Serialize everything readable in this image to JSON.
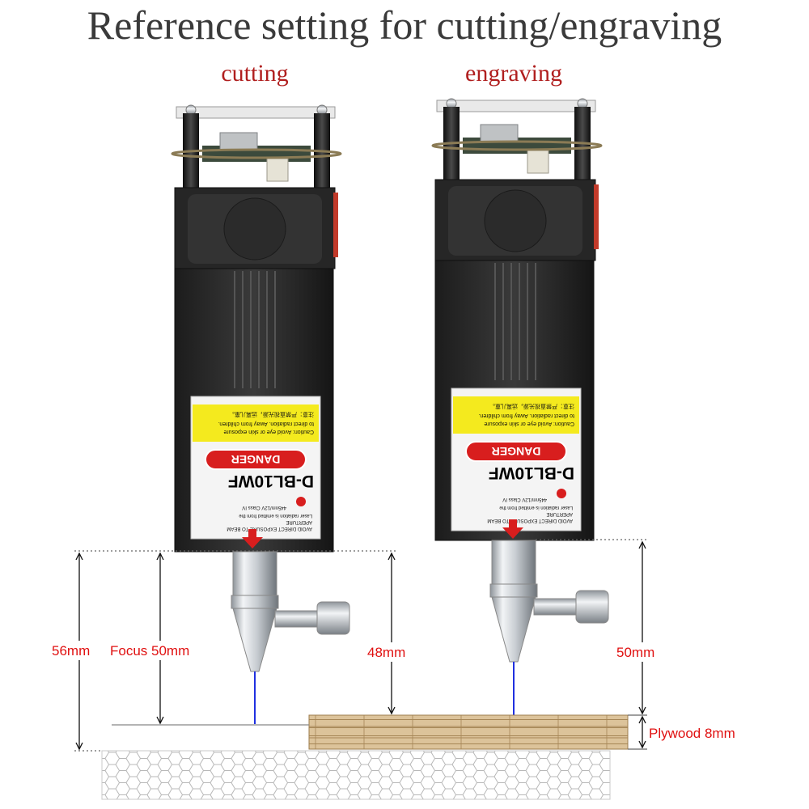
{
  "title": "Reference setting for cutting/engraving",
  "modules": [
    {
      "heading": "cutting",
      "label": {
        "caution_cn": "注意：严禁直视光源，远离儿童。",
        "caution_en1": "Caution: Avoid eye or skin exposure",
        "caution_en2": "to direct radiation. Away from children.",
        "danger": "DANGER",
        "model": "D-BL10WF",
        "spec": "445nm/12V  Class IV",
        "note1": "Laser radiation is emitted from the",
        "note2": "APERTURE",
        "note3": "AVOID DIRECT EXPOSURE TO BEAM"
      },
      "dims": {
        "total": "56mm",
        "focus": "Focus 50mm"
      }
    },
    {
      "heading": "engraving",
      "label": {
        "caution_cn": "注意：严禁直视光源，远离儿童。",
        "caution_en1": "Caution: Avoid eye or skin exposure",
        "caution_en2": "to direct radiation. Away from children.",
        "danger": "DANGER",
        "model": "D-BL10WF",
        "spec": "445nm/12V  Class IV",
        "note1": "Laser radiation is emitted from the",
        "note2": "APERTURE",
        "note3": "AVOID DIRECT EXPOSURE TO BEAM"
      },
      "dims": {
        "gap": "48mm",
        "focus": "50mm",
        "material": "Plywood 8mm"
      }
    }
  ],
  "colors": {
    "measure": "#e01010",
    "heading": "#b01e1e",
    "laser": "#2030e0",
    "body": "#2a2a2a",
    "warning_yellow": "#f4ea1e",
    "danger_red": "#d81e1e",
    "plywood": "#d9bf94"
  }
}
